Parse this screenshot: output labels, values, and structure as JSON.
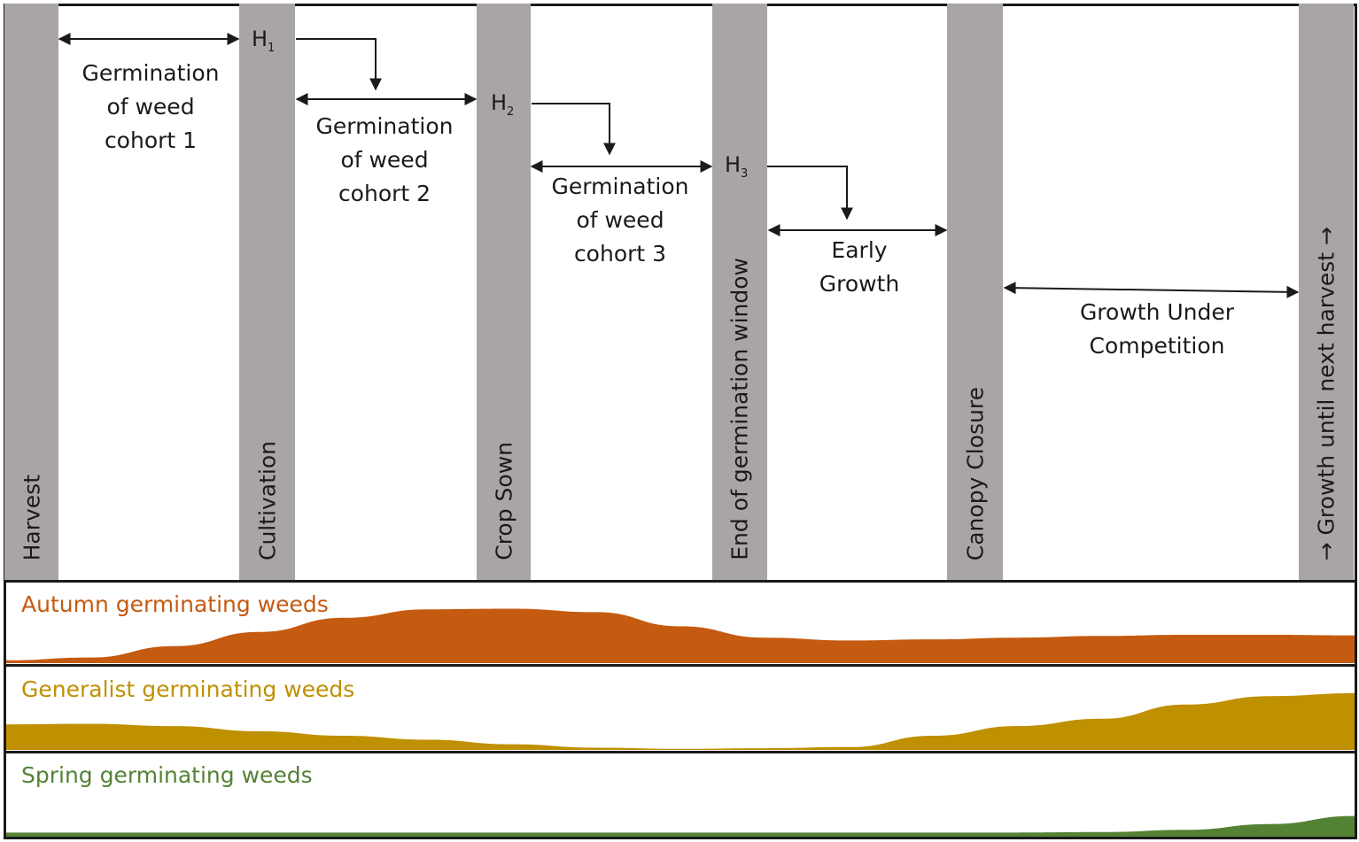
{
  "stages": [
    {
      "label": "Harvest"
    },
    {
      "label": "Cultivation"
    },
    {
      "label": "Crop Sown"
    },
    {
      "label": "End of germination window"
    },
    {
      "label": "Canopy Closure"
    },
    {
      "label": "→ Growth until next harvest →"
    }
  ],
  "phases": [
    "Germination\nof weed\ncohort 1",
    "Germination\nof weed\ncohort 2",
    "Germination\nof weed\ncohort 3",
    "Early\nGrowth",
    "Growth Under\nCompetition"
  ],
  "herbicide_steps": [
    {
      "letter": "H",
      "sub": "1"
    },
    {
      "letter": "H",
      "sub": "2"
    },
    {
      "letter": "H",
      "sub": "3"
    }
  ],
  "weed_panels": [
    {
      "label": "Autumn germinating weeds",
      "color": "#c55a11",
      "profile": [
        0.05,
        0.1,
        0.3,
        0.55,
        0.8,
        0.95,
        0.96,
        0.9,
        0.65,
        0.45,
        0.4,
        0.42,
        0.45,
        0.48,
        0.5,
        0.5,
        0.49
      ]
    },
    {
      "label": "Generalist germinating weeds",
      "color": "#bf9000",
      "profile": [
        0.45,
        0.46,
        0.42,
        0.33,
        0.25,
        0.18,
        0.1,
        0.04,
        0.02,
        0.03,
        0.05,
        0.25,
        0.42,
        0.55,
        0.8,
        0.95,
        1.0
      ]
    },
    {
      "label": "Spring germinating weeds",
      "color": "#548235",
      "profile": [
        0.18,
        0.18,
        0.18,
        0.18,
        0.18,
        0.18,
        0.18,
        0.18,
        0.18,
        0.18,
        0.18,
        0.18,
        0.18,
        0.2,
        0.3,
        0.55,
        0.9
      ]
    }
  ]
}
